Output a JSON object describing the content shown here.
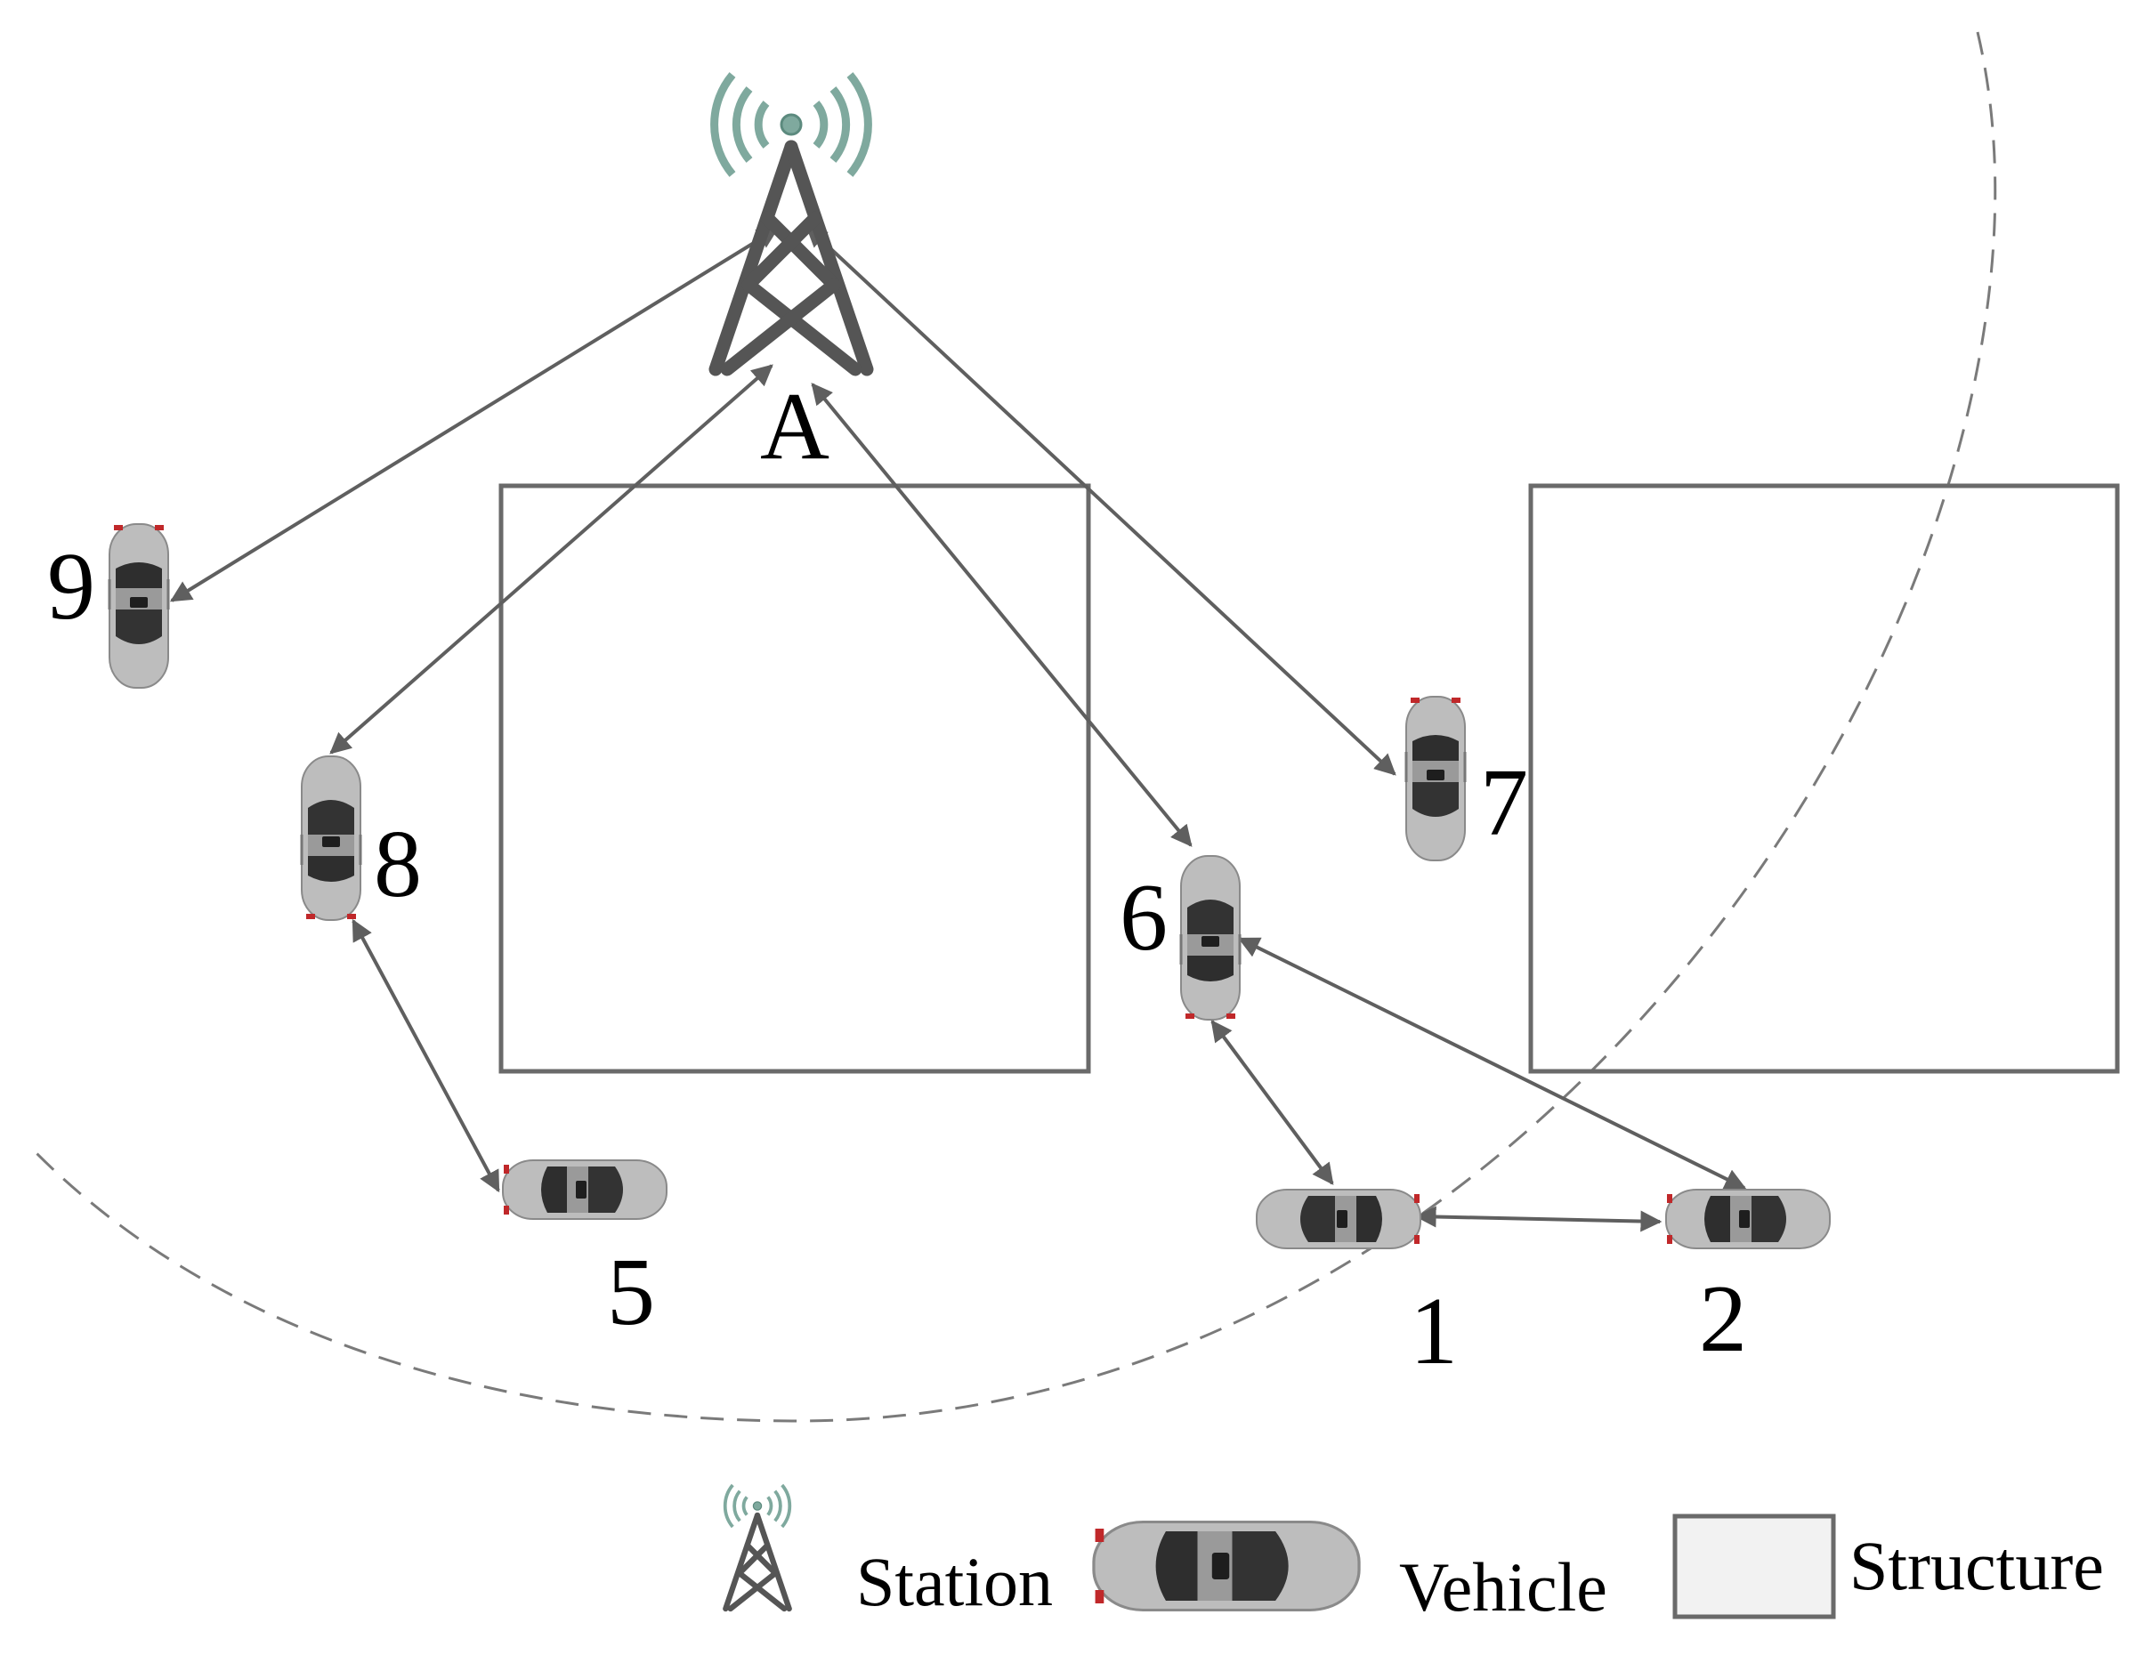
{
  "colors": {
    "link": "#5f5f5f",
    "structure_stroke": "#6a6a6a",
    "coverage_boundary": "#7a7a7a",
    "tower": "#555555",
    "signal": "#7fa99e",
    "car_body": "#b9b9b9",
    "car_glass": "#3a3a3a",
    "tail_light": "#c0282a"
  },
  "station": {
    "label": "A",
    "icon": "cell-tower-icon"
  },
  "vehicles": [
    {
      "id": "v1",
      "label": "1",
      "icon": "car-icon"
    },
    {
      "id": "v2",
      "label": "2",
      "icon": "car-icon"
    },
    {
      "id": "v5",
      "label": "5",
      "icon": "car-icon"
    },
    {
      "id": "v6",
      "label": "6",
      "icon": "car-icon"
    },
    {
      "id": "v7",
      "label": "7",
      "icon": "car-icon"
    },
    {
      "id": "v8",
      "label": "8",
      "icon": "car-icon"
    },
    {
      "id": "v9",
      "label": "9",
      "icon": "car-icon"
    }
  ],
  "links": [
    {
      "from": "A",
      "to": "9"
    },
    {
      "from": "A",
      "to": "8"
    },
    {
      "from": "A",
      "to": "6"
    },
    {
      "from": "A",
      "to": "7"
    },
    {
      "from": "8",
      "to": "5"
    },
    {
      "from": "6",
      "to": "1"
    },
    {
      "from": "6",
      "to": "2"
    },
    {
      "from": "1",
      "to": "2"
    }
  ],
  "legend": {
    "station": "Station",
    "vehicle": "Vehicle",
    "structure": "Structure"
  }
}
